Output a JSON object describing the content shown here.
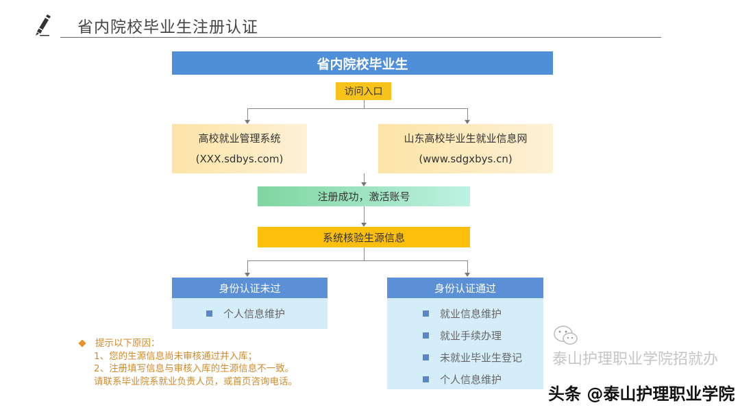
{
  "header": {
    "title": "省内院校毕业生注册认证",
    "icon": "pencil-icon"
  },
  "flow": {
    "banner": "省内院校毕业生",
    "entry": "访问入口",
    "systems": [
      {
        "name": "高校就业管理系统",
        "url": "(XXX.sdbys.com)"
      },
      {
        "name": "山东高校毕业生就业信息网",
        "url": "(www.sdgxbys.cn)"
      }
    ],
    "register": "注册成功，激活账号",
    "verify": "系统核验生源信息",
    "failed": {
      "title": "身份认证未过",
      "items": [
        "个人信息维护"
      ]
    },
    "passed": {
      "title": "身份认证通过",
      "items": [
        "就业信息维护",
        "就业手续办理",
        "未就业毕业生登记",
        "个人信息维护"
      ]
    }
  },
  "notes": {
    "heading": "提示以下原因：",
    "lines": [
      "1、您的生源信息尚未审核通过并入库；",
      "2、注册填写信息与审核入库的生源信息不一致。",
      "请联系毕业院系就业负责人员，或首页咨询电话。"
    ]
  },
  "watermark": {
    "wechat": "泰山护理职业学院招就办",
    "toutiao": "头条 @泰山护理职业学院",
    "icon": "wechat-icon"
  },
  "colors": {
    "blue": "#4f8ed8",
    "yellow": "#f7c31a",
    "green": "#7fd6a0",
    "note": "#d08a2a",
    "light_blue": "#d4edf8"
  }
}
